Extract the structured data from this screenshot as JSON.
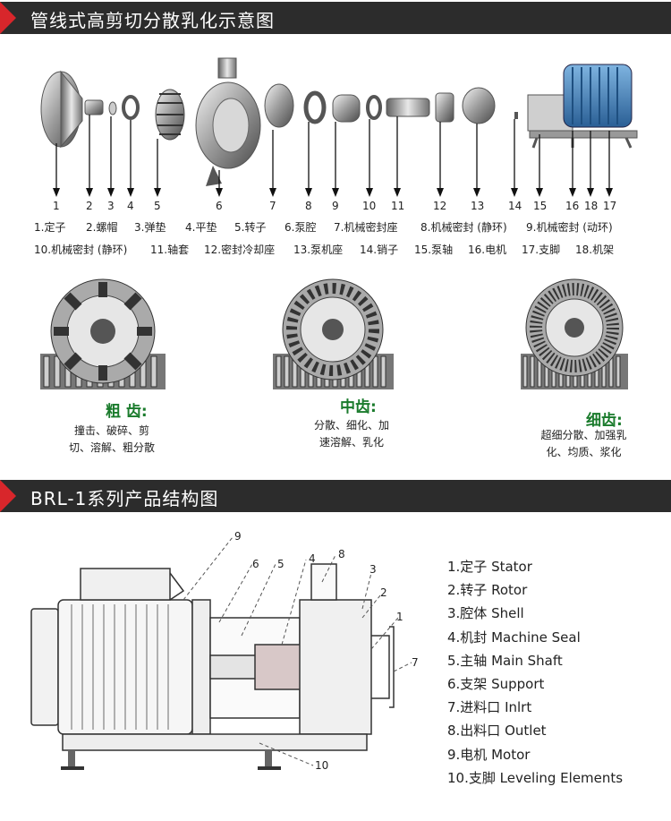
{
  "section1": {
    "title": "管线式高剪切分散乳化示意图"
  },
  "part_numbers": [
    "1",
    "2",
    "3",
    "4",
    "5",
    "6",
    "7",
    "8",
    "9",
    "10",
    "11",
    "12",
    "13",
    "14",
    "15",
    "16",
    "18",
    "17"
  ],
  "labels_row1": [
    "1.定子",
    "2.螺帽",
    "3.弹垫",
    "4.平垫",
    "5.转子",
    "6.泵腔",
    "7.机械密封座",
    "8.机械密封 (静环)",
    "9.机械密封 (动环)"
  ],
  "labels_row2": [
    "10.机械密封 (静环)",
    "11.轴套",
    "12.密封冷却座",
    "13.泵机座",
    "14.销子",
    "15.泵轴",
    "16.电机",
    "17.支脚",
    "18.机架"
  ],
  "teeth": [
    {
      "title": "粗 齿:",
      "desc": "撞击、破碎、剪\n切、溶解、粗分散"
    },
    {
      "title": "中齿:",
      "desc": "分散、细化、加\n速溶解、乳化"
    },
    {
      "title": "细齿:",
      "desc": "超细分散、加强乳\n化、均质、浆化"
    }
  ],
  "section2": {
    "title": "BRL-1系列产品结构图"
  },
  "drawing_numbers": [
    "9",
    "6",
    "5",
    "4",
    "8",
    "3",
    "2",
    "1",
    "7",
    "10"
  ],
  "legend": [
    "1.定子 Stator",
    "2.转子 Rotor",
    "3.腔体 Shell",
    "4.机封 Machine Seal",
    "5.主轴 Main Shaft",
    "6.支架 Support",
    "7.进料口 Inlrt",
    "8.出料口 Outlet",
    "9.电机 Motor",
    "10.支脚 Leveling Elements"
  ],
  "colors": {
    "header_bg": "#2c2c2c",
    "accent_red": "#d8262b",
    "tooth_title_green": "#1a7b2c",
    "motor_blue": "#3a7fc0"
  }
}
